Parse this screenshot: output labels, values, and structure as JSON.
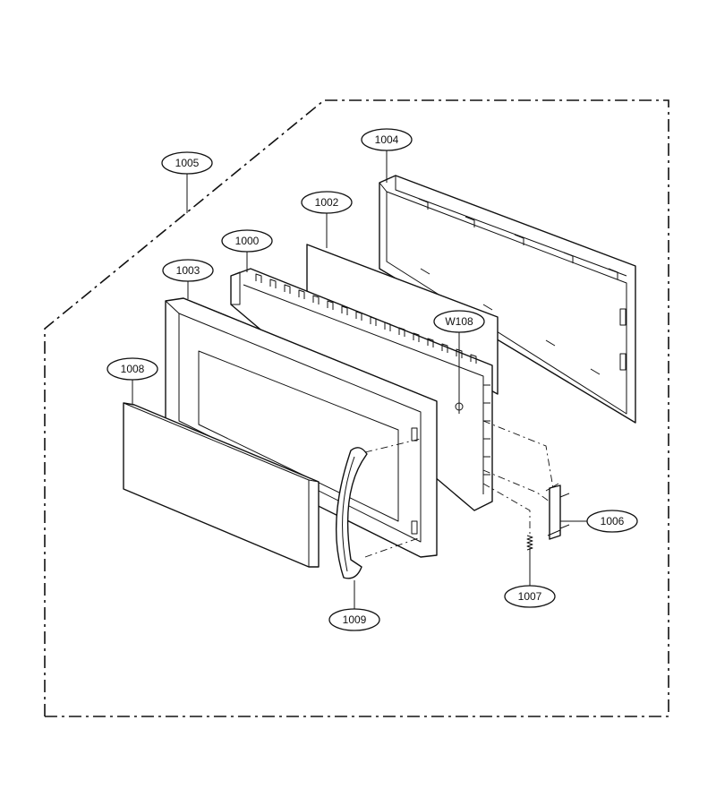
{
  "callouts": {
    "c1005": "1005",
    "c1004": "1004",
    "c1002": "1002",
    "c1000": "1000",
    "c1003": "1003",
    "cW108": "W108",
    "c1008": "1008",
    "c1006": "1006",
    "c1007": "1007",
    "c1009": "1009"
  }
}
